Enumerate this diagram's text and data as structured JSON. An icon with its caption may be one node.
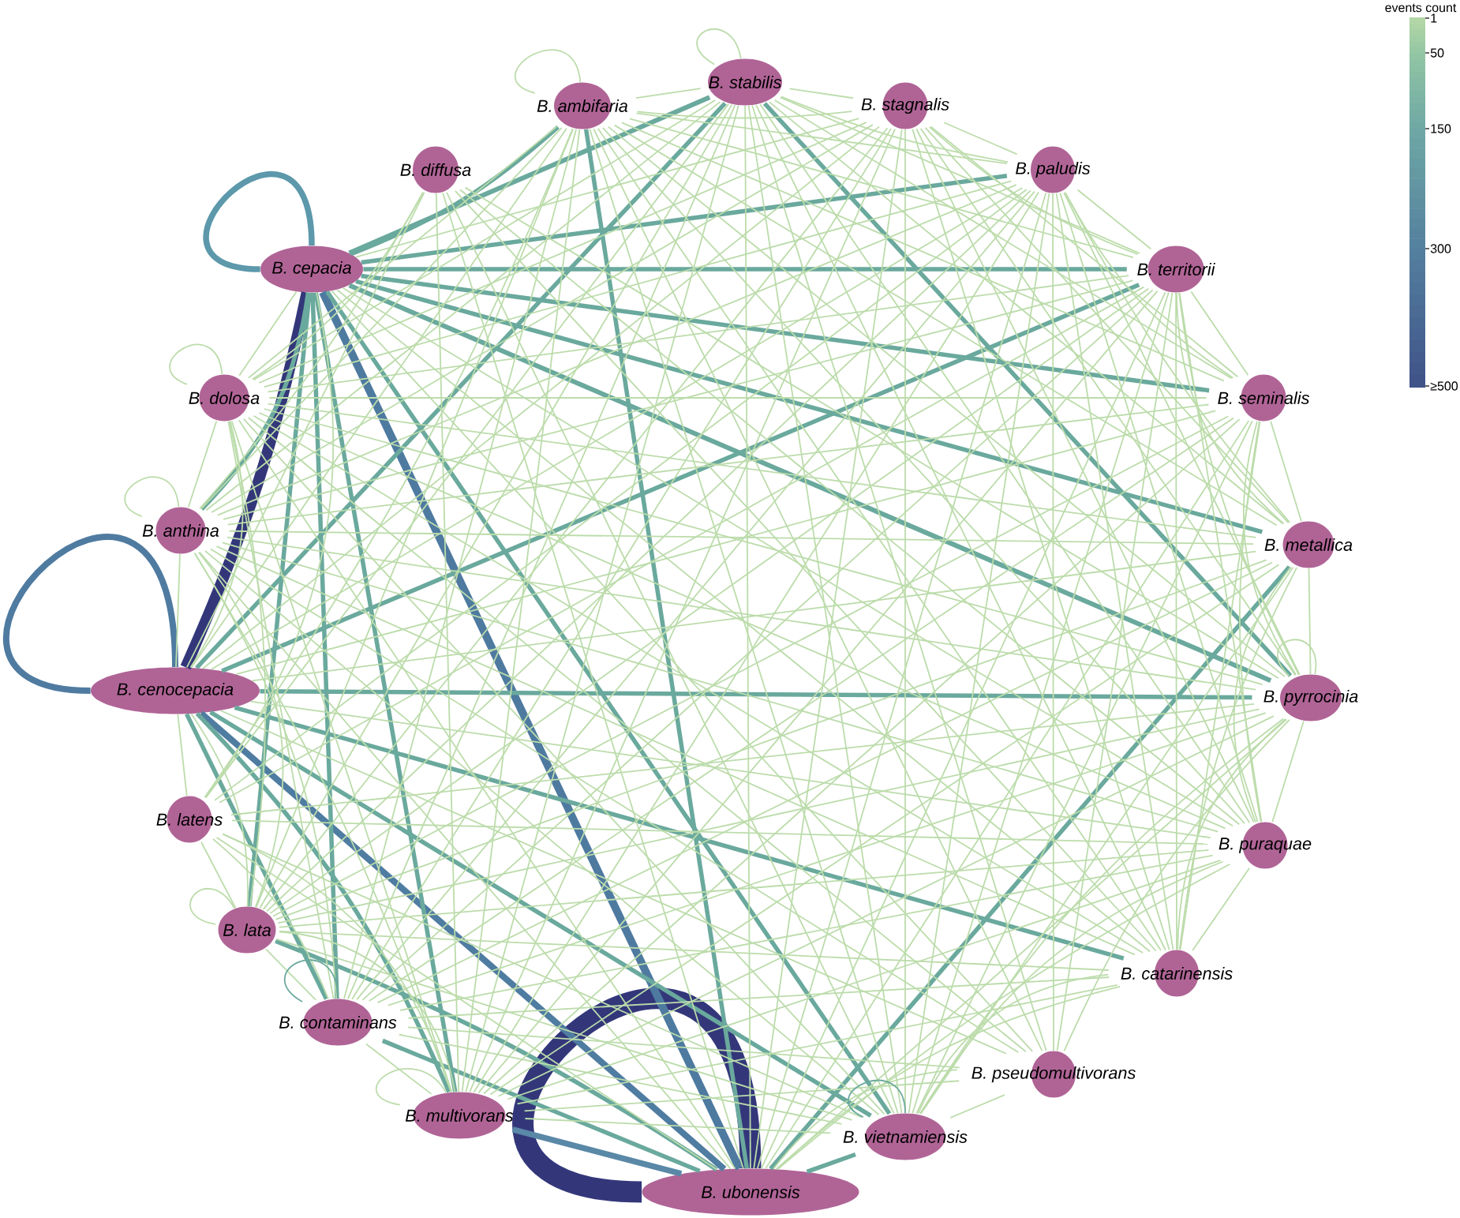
{
  "diagram": {
    "nodes": [
      {
        "text": [
          "B. stabilis"
        ]
      },
      {
        "text": [
          "B. ambifaria"
        ]
      },
      {
        "text": [
          "B. stagnalis"
        ]
      },
      {
        "text": [
          "B. diffusa"
        ]
      },
      {
        "text": [
          "B. paludis"
        ]
      },
      {
        "text": [
          "B. cepacia"
        ]
      },
      {
        "text": [
          "B. territorii"
        ]
      },
      {
        "text": [
          "B. dolosa"
        ]
      },
      {
        "text": [
          "B. seminalis"
        ]
      },
      {
        "text": [
          "B. anthina"
        ]
      },
      {
        "text": [
          "B. metallica"
        ]
      },
      {
        "text": [
          "B. cenocepacia"
        ]
      },
      {
        "text": [
          "B. pyrrocinia"
        ]
      },
      {
        "text": [
          "B. latens"
        ]
      },
      {
        "text": [
          "B. puraquae"
        ]
      },
      {
        "text": [
          "B. lata"
        ]
      },
      {
        "text": [
          "B. catarinensis"
        ]
      },
      {
        "text": [
          "B. contaminans"
        ]
      },
      {
        "text": [
          "B. pseudomultivorans"
        ]
      },
      {
        "text": [
          "B. multivorans"
        ]
      },
      {
        "text": [
          "B. vietnamiensis"
        ]
      },
      {
        "text": [
          "B. ubonensis"
        ]
      }
    ],
    "edges": [
      {
        "from": 0,
        "to": 1,
        "arrow": "none"
      },
      {
        "from": 0,
        "to": 2,
        "arrow": "none"
      },
      {
        "from": 0,
        "to": 4,
        "arrow": "none"
      },
      {
        "from": 0,
        "to": 6,
        "arrow": "none"
      },
      {
        "from": 0,
        "to": 7,
        "arrow": "none"
      },
      {
        "from": 0,
        "to": 8,
        "arrow": "none"
      },
      {
        "from": 0,
        "to": 9,
        "arrow": "none"
      },
      {
        "from": 0,
        "to": 10,
        "arrow": "none"
      },
      {
        "from": 0,
        "to": 14,
        "arrow": "none"
      },
      {
        "from": 0,
        "to": 15,
        "arrow": "none"
      },
      {
        "from": 0,
        "to": 16,
        "arrow": "none"
      },
      {
        "from": 0,
        "to": 17,
        "arrow": "none"
      },
      {
        "from": 0,
        "to": 19,
        "arrow": "none"
      },
      {
        "from": 0,
        "to": 20,
        "arrow": "none"
      },
      {
        "from": 0,
        "to": 21,
        "arrow": "none"
      },
      {
        "from": 1,
        "to": 2,
        "arrow": "none"
      },
      {
        "from": 1,
        "to": 4,
        "arrow": "none"
      },
      {
        "from": 1,
        "to": 6,
        "arrow": "none"
      },
      {
        "from": 1,
        "to": 7,
        "arrow": "none"
      },
      {
        "from": 1,
        "to": 8,
        "arrow": "none"
      },
      {
        "from": 1,
        "to": 9,
        "arrow": "none"
      },
      {
        "from": 1,
        "to": 10,
        "arrow": "none"
      },
      {
        "from": 1,
        "to": 11,
        "arrow": "none"
      },
      {
        "from": 1,
        "to": 12,
        "arrow": "none"
      },
      {
        "from": 1,
        "to": 14,
        "arrow": "none"
      },
      {
        "from": 1,
        "to": 15,
        "arrow": "none"
      },
      {
        "from": 1,
        "to": 16,
        "arrow": "none"
      },
      {
        "from": 1,
        "to": 17,
        "arrow": "none"
      },
      {
        "from": 1,
        "to": 19,
        "arrow": "none"
      },
      {
        "from": 1,
        "to": 20,
        "arrow": "none"
      },
      {
        "from": 2,
        "to": 4,
        "arrow": "none"
      },
      {
        "from": 2,
        "to": 5,
        "arrow": "none"
      },
      {
        "from": 2,
        "to": 6,
        "arrow": "none"
      },
      {
        "from": 2,
        "to": 7,
        "arrow": "none"
      },
      {
        "from": 2,
        "to": 8,
        "arrow": "none"
      },
      {
        "from": 2,
        "to": 9,
        "arrow": "none"
      },
      {
        "from": 2,
        "to": 10,
        "arrow": "none"
      },
      {
        "from": 2,
        "to": 11,
        "arrow": "none"
      },
      {
        "from": 2,
        "to": 12,
        "arrow": "none"
      },
      {
        "from": 2,
        "to": 14,
        "arrow": "none"
      },
      {
        "from": 2,
        "to": 15,
        "arrow": "none"
      },
      {
        "from": 2,
        "to": 16,
        "arrow": "none"
      },
      {
        "from": 2,
        "to": 17,
        "arrow": "none"
      },
      {
        "from": 2,
        "to": 19,
        "arrow": "none"
      },
      {
        "from": 2,
        "to": 20,
        "arrow": "none"
      },
      {
        "from": 2,
        "to": 21,
        "arrow": "none"
      },
      {
        "from": 4,
        "to": 6,
        "arrow": "none"
      },
      {
        "from": 4,
        "to": 7,
        "arrow": "none"
      },
      {
        "from": 4,
        "to": 8,
        "arrow": "none"
      },
      {
        "from": 4,
        "to": 9,
        "arrow": "none"
      },
      {
        "from": 4,
        "to": 10,
        "arrow": "none"
      },
      {
        "from": 4,
        "to": 11,
        "arrow": "none"
      },
      {
        "from": 4,
        "to": 12,
        "arrow": "none"
      },
      {
        "from": 4,
        "to": 14,
        "arrow": "none"
      },
      {
        "from": 4,
        "to": 15,
        "arrow": "none"
      },
      {
        "from": 4,
        "to": 16,
        "arrow": "none"
      },
      {
        "from": 4,
        "to": 17,
        "arrow": "none"
      },
      {
        "from": 4,
        "to": 19,
        "arrow": "none"
      },
      {
        "from": 4,
        "to": 20,
        "arrow": "none"
      },
      {
        "from": 4,
        "to": 21,
        "arrow": "none"
      },
      {
        "from": 5,
        "to": 7,
        "arrow": "none"
      },
      {
        "from": 5,
        "to": 14,
        "arrow": "none"
      },
      {
        "from": 5,
        "to": 16,
        "arrow": "none"
      },
      {
        "from": 6,
        "to": 7,
        "arrow": "none"
      },
      {
        "from": 6,
        "to": 8,
        "arrow": "none"
      },
      {
        "from": 6,
        "to": 9,
        "arrow": "none"
      },
      {
        "from": 6,
        "to": 10,
        "arrow": "none"
      },
      {
        "from": 6,
        "to": 12,
        "arrow": "none"
      },
      {
        "from": 6,
        "to": 14,
        "arrow": "none"
      },
      {
        "from": 6,
        "to": 15,
        "arrow": "none"
      },
      {
        "from": 6,
        "to": 16,
        "arrow": "none"
      },
      {
        "from": 6,
        "to": 17,
        "arrow": "none"
      },
      {
        "from": 6,
        "to": 19,
        "arrow": "none"
      },
      {
        "from": 6,
        "to": 20,
        "arrow": "none"
      },
      {
        "from": 6,
        "to": 21,
        "arrow": "none"
      },
      {
        "from": 7,
        "to": 8,
        "arrow": "none"
      },
      {
        "from": 7,
        "to": 9,
        "arrow": "none"
      },
      {
        "from": 7,
        "to": 10,
        "arrow": "none"
      },
      {
        "from": 7,
        "to": 11,
        "arrow": "none"
      },
      {
        "from": 7,
        "to": 12,
        "arrow": "none"
      },
      {
        "from": 7,
        "to": 14,
        "arrow": "none"
      },
      {
        "from": 7,
        "to": 15,
        "arrow": "none"
      },
      {
        "from": 7,
        "to": 16,
        "arrow": "none"
      },
      {
        "from": 7,
        "to": 17,
        "arrow": "none"
      },
      {
        "from": 7,
        "to": 19,
        "arrow": "none"
      },
      {
        "from": 7,
        "to": 20,
        "arrow": "none"
      },
      {
        "from": 7,
        "to": 21,
        "arrow": "none"
      },
      {
        "from": 8,
        "to": 9,
        "arrow": "none"
      },
      {
        "from": 8,
        "to": 10,
        "arrow": "none"
      },
      {
        "from": 8,
        "to": 11,
        "arrow": "none"
      },
      {
        "from": 8,
        "to": 12,
        "arrow": "none"
      },
      {
        "from": 8,
        "to": 14,
        "arrow": "none"
      },
      {
        "from": 8,
        "to": 15,
        "arrow": "none"
      },
      {
        "from": 8,
        "to": 16,
        "arrow": "none"
      },
      {
        "from": 8,
        "to": 17,
        "arrow": "none"
      },
      {
        "from": 8,
        "to": 19,
        "arrow": "none"
      },
      {
        "from": 8,
        "to": 20,
        "arrow": "none"
      },
      {
        "from": 8,
        "to": 21,
        "arrow": "none"
      },
      {
        "from": 9,
        "to": 10,
        "arrow": "none"
      },
      {
        "from": 9,
        "to": 11,
        "arrow": "none"
      },
      {
        "from": 9,
        "to": 12,
        "arrow": "none"
      },
      {
        "from": 9,
        "to": 14,
        "arrow": "none"
      },
      {
        "from": 9,
        "to": 15,
        "arrow": "none"
      },
      {
        "from": 9,
        "to": 16,
        "arrow": "none"
      },
      {
        "from": 9,
        "to": 17,
        "arrow": "none"
      },
      {
        "from": 9,
        "to": 19,
        "arrow": "none"
      },
      {
        "from": 9,
        "to": 20,
        "arrow": "none"
      },
      {
        "from": 9,
        "to": 21,
        "arrow": "none"
      },
      {
        "from": 10,
        "to": 11,
        "arrow": "none"
      },
      {
        "from": 10,
        "to": 12,
        "arrow": "none"
      },
      {
        "from": 10,
        "to": 14,
        "arrow": "none"
      },
      {
        "from": 10,
        "to": 15,
        "arrow": "none"
      },
      {
        "from": 10,
        "to": 16,
        "arrow": "none"
      },
      {
        "from": 10,
        "to": 17,
        "arrow": "none"
      },
      {
        "from": 10,
        "to": 19,
        "arrow": "none"
      },
      {
        "from": 10,
        "to": 20,
        "arrow": "none"
      },
      {
        "from": 11,
        "to": 14,
        "arrow": "none"
      },
      {
        "from": 11,
        "to": 15,
        "arrow": "none"
      },
      {
        "from": 12,
        "to": 14,
        "arrow": "none"
      },
      {
        "from": 12,
        "to": 15,
        "arrow": "none"
      },
      {
        "from": 12,
        "to": 16,
        "arrow": "none"
      },
      {
        "from": 12,
        "to": 17,
        "arrow": "none"
      },
      {
        "from": 12,
        "to": 19,
        "arrow": "none"
      },
      {
        "from": 12,
        "to": 20,
        "arrow": "none"
      },
      {
        "from": 12,
        "to": 21,
        "arrow": "none"
      },
      {
        "from": 14,
        "to": 15,
        "arrow": "none"
      },
      {
        "from": 14,
        "to": 16,
        "arrow": "none"
      },
      {
        "from": 14,
        "to": 17,
        "arrow": "none"
      },
      {
        "from": 14,
        "to": 19,
        "arrow": "none"
      },
      {
        "from": 14,
        "to": 20,
        "arrow": "none"
      },
      {
        "from": 14,
        "to": 21,
        "arrow": "none"
      },
      {
        "from": 15,
        "to": 16,
        "arrow": "none"
      },
      {
        "from": 15,
        "to": 17,
        "arrow": "none"
      },
      {
        "from": 15,
        "to": 19,
        "arrow": "none"
      },
      {
        "from": 15,
        "to": 20,
        "arrow": "none"
      },
      {
        "from": 16,
        "to": 17,
        "arrow": "none"
      },
      {
        "from": 16,
        "to": 19,
        "arrow": "none"
      },
      {
        "from": 16,
        "to": 20,
        "arrow": "none"
      },
      {
        "from": 16,
        "to": 21,
        "arrow": "none"
      },
      {
        "from": 17,
        "to": 19,
        "arrow": "none"
      },
      {
        "from": 17,
        "to": 20,
        "arrow": "none"
      },
      {
        "from": 19,
        "to": 20,
        "arrow": "none"
      },
      {
        "from": 3,
        "to": 7,
        "arrow": "none"
      },
      {
        "from": 3,
        "to": 9,
        "arrow": "none"
      },
      {
        "from": 3,
        "to": 11,
        "arrow": "none"
      },
      {
        "from": 3,
        "to": 12,
        "arrow": "none"
      },
      {
        "from": 3,
        "to": 14,
        "arrow": "none"
      },
      {
        "from": 3,
        "to": 16,
        "arrow": "none"
      },
      {
        "from": 3,
        "to": 19,
        "arrow": "none"
      },
      {
        "from": 3,
        "to": 20,
        "arrow": "none"
      },
      {
        "from": 3,
        "to": 21,
        "arrow": "none"
      },
      {
        "from": 0,
        "to": 13,
        "arrow": "none"
      },
      {
        "from": 1,
        "to": 13,
        "arrow": "none"
      },
      {
        "from": 4,
        "to": 13,
        "arrow": "none"
      },
      {
        "from": 5,
        "to": 13,
        "arrow": "none"
      },
      {
        "from": 6,
        "to": 13,
        "arrow": "none"
      },
      {
        "from": 11,
        "to": 13,
        "arrow": "none"
      },
      {
        "from": 12,
        "to": 13,
        "arrow": "none"
      },
      {
        "from": 13,
        "to": 14,
        "arrow": "none"
      },
      {
        "from": 13,
        "to": 15,
        "arrow": "none"
      },
      {
        "from": 13,
        "to": 17,
        "arrow": "none"
      },
      {
        "from": 13,
        "to": 19,
        "arrow": "none"
      },
      {
        "from": 13,
        "to": 20,
        "arrow": "none"
      },
      {
        "from": 13,
        "to": 21,
        "arrow": "none"
      },
      {
        "from": 0,
        "to": 18,
        "arrow": "none"
      },
      {
        "from": 1,
        "to": 18,
        "arrow": "none"
      },
      {
        "from": 4,
        "to": 18,
        "arrow": "none"
      },
      {
        "from": 5,
        "to": 18,
        "arrow": "none"
      },
      {
        "from": 6,
        "to": 18,
        "arrow": "none"
      },
      {
        "from": 7,
        "to": 18,
        "arrow": "none"
      },
      {
        "from": 9,
        "to": 18,
        "arrow": "none"
      },
      {
        "from": 11,
        "to": 18,
        "arrow": "none"
      },
      {
        "from": 12,
        "to": 18,
        "arrow": "none"
      },
      {
        "from": 17,
        "to": 18,
        "arrow": "none"
      },
      {
        "from": 18,
        "to": 19,
        "arrow": "none"
      },
      {
        "from": 18,
        "to": 20,
        "arrow": "none"
      },
      {
        "from": 18,
        "to": 21,
        "arrow": "none"
      },
      {
        "from": 0,
        "to": 0,
        "arrow": "none"
      },
      {
        "from": 1,
        "to": 1,
        "arrow": "none"
      },
      {
        "from": 7,
        "to": 7,
        "arrow": "none"
      },
      {
        "from": 9,
        "to": 9,
        "arrow": "none"
      },
      {
        "from": 12,
        "to": 12,
        "arrow": "none"
      },
      {
        "from": 15,
        "to": 15,
        "arrow": "none"
      },
      {
        "from": 19,
        "to": 19,
        "arrow": "none"
      },
      {
        "from": 21,
        "to": 21,
        "arrow": "none",
        "style": "thick",
        "color": "#33377a"
      },
      {
        "from": 0,
        "to": 5,
        "arrow": "none",
        "style": "thick",
        "color": "#6aa99d"
      },
      {
        "from": 1,
        "to": 5,
        "arrow": "none",
        "style": "thick",
        "color": "#6aa99d"
      },
      {
        "from": 4,
        "to": 5,
        "arrow": "none",
        "style": "thick",
        "color": "#6aa99d"
      },
      {
        "from": 5,
        "to": 6,
        "arrow": "none",
        "style": "thick",
        "color": "#6aa99d"
      },
      {
        "from": 5,
        "to": 8,
        "arrow": "none",
        "style": "thick",
        "color": "#6aa99d"
      },
      {
        "from": 5,
        "to": 9,
        "arrow": "none",
        "style": "thick",
        "color": "#6aa99d"
      },
      {
        "from": 5,
        "to": 10,
        "arrow": "none",
        "style": "thick",
        "color": "#6aa99d"
      },
      {
        "from": 5,
        "to": 12,
        "arrow": "none",
        "style": "thick",
        "color": "#6aa99d"
      },
      {
        "from": 5,
        "to": 15,
        "arrow": "none",
        "style": "thick",
        "color": "#6aa99d"
      },
      {
        "from": 5,
        "to": 17,
        "arrow": "none",
        "style": "thick",
        "color": "#6aa99d"
      },
      {
        "from": 5,
        "to": 19,
        "arrow": "none",
        "style": "thick",
        "color": "#6aa99d"
      },
      {
        "from": 5,
        "to": 20,
        "arrow": "none",
        "style": "thick",
        "color": "#6aa99d"
      },
      {
        "from": 0,
        "to": 11,
        "arrow": "none",
        "style": "thick",
        "color": "#6aa99d"
      },
      {
        "from": 0,
        "to": 12,
        "arrow": "none",
        "style": "thick",
        "color": "#6aa99d"
      },
      {
        "from": 1,
        "to": 21,
        "arrow": "none",
        "style": "thick",
        "color": "#6aa99d"
      },
      {
        "from": 6,
        "to": 11,
        "arrow": "none",
        "style": "thick",
        "color": "#6aa99d"
      },
      {
        "from": 10,
        "to": 21,
        "arrow": "none",
        "style": "thick",
        "color": "#6aa99d"
      },
      {
        "from": 11,
        "to": 12,
        "arrow": "none",
        "style": "thick",
        "color": "#6aa99d"
      },
      {
        "from": 11,
        "to": 16,
        "arrow": "none",
        "style": "thick",
        "color": "#6aa99d"
      },
      {
        "from": 11,
        "to": 17,
        "arrow": "none",
        "style": "thick",
        "color": "#6aa99d"
      },
      {
        "from": 11,
        "to": 19,
        "arrow": "none",
        "style": "thick",
        "color": "#6aa99d"
      },
      {
        "from": 11,
        "to": 20,
        "arrow": "none",
        "style": "thick",
        "color": "#6aa99d"
      },
      {
        "from": 15,
        "to": 21,
        "arrow": "none",
        "style": "thick",
        "color": "#6aa99d"
      },
      {
        "from": 17,
        "to": 21,
        "arrow": "none",
        "style": "thick",
        "color": "#6aa99d"
      },
      {
        "from": 20,
        "to": 21,
        "arrow": "none",
        "style": "thick",
        "color": "#6aa99d"
      },
      {
        "from": 17,
        "to": 17,
        "arrow": "none",
        "color": "#6aa99d"
      },
      {
        "from": 20,
        "to": 20,
        "arrow": "none",
        "color": "#6aa99d"
      },
      {
        "from": 5,
        "to": 21,
        "arrow": "none",
        "style": "thick",
        "color": "#4e7aa0"
      },
      {
        "from": 11,
        "to": 21,
        "arrow": "none",
        "style": "thick",
        "color": "#4f7ca1"
      },
      {
        "from": 19,
        "to": 21,
        "arrow": "none",
        "style": "thick",
        "color": "#5a88a7"
      },
      {
        "from": 5,
        "to": 5,
        "arrow": "none",
        "style": "thick",
        "color": "#5d98ab"
      },
      {
        "from": 11,
        "to": 11,
        "arrow": "none",
        "style": "thick",
        "color": "#4f7ba1"
      },
      {
        "from": 5,
        "to": 11,
        "arrow": "none",
        "style": "thick",
        "color": "#33377a"
      }
    ],
    "labels": [
      "events count"
    ],
    "legend": [
      {
        "text": "1",
        "color": "#b5d8a5"
      },
      {
        "text": "50",
        "color": "#93c6a4"
      },
      {
        "text": "150",
        "color": "#6ea8a4"
      },
      {
        "text": "300",
        "color": "#54809f"
      },
      {
        "text": "≥500",
        "color": "#3f5288"
      }
    ]
  }
}
